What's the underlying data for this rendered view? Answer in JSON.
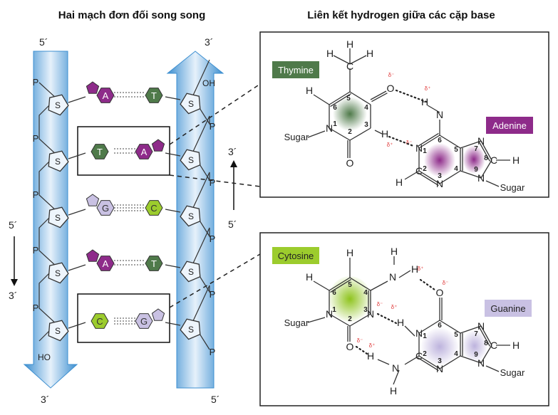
{
  "titles": {
    "left": "Hai mạch đơn đối song song",
    "right": "Liên kết hydrogen giữa các cặp base"
  },
  "strand_ends": {
    "left_top": "5´",
    "right_top": "3´",
    "left_bottom": "3´",
    "right_bottom": "5´"
  },
  "direction_labels": {
    "left_from": "5´",
    "left_to": "3´",
    "right_from": "5´",
    "right_to": "3´"
  },
  "backbone": {
    "phosphate": "P",
    "sugar": "S",
    "oh_top": "OH",
    "oh_bottom": "HO"
  },
  "base_pairs": [
    {
      "left": "A",
      "right": "T"
    },
    {
      "left": "T",
      "right": "A"
    },
    {
      "left": "G",
      "right": "C"
    },
    {
      "left": "A",
      "right": "T"
    },
    {
      "left": "C",
      "right": "G"
    }
  ],
  "base_names": {
    "thymine": "Thymine",
    "adenine": "Adenine",
    "cytosine": "Cytosine",
    "guanine": "Guanine"
  },
  "atoms": {
    "H": "H",
    "C": "C",
    "N": "N",
    "O": "O",
    "sugar": "Sugar",
    "delta_minus": "δ⁻",
    "delta_plus": "δ⁺"
  },
  "colors": {
    "strand_blue": "#3d8fd0",
    "strand_light": "#cfe4f6",
    "adenine": "#8e2b8a",
    "thymine": "#4f7a4a",
    "guanine": "#c9c1e3",
    "cytosine": "#9ccc2d",
    "delta": "#e03c3c"
  }
}
